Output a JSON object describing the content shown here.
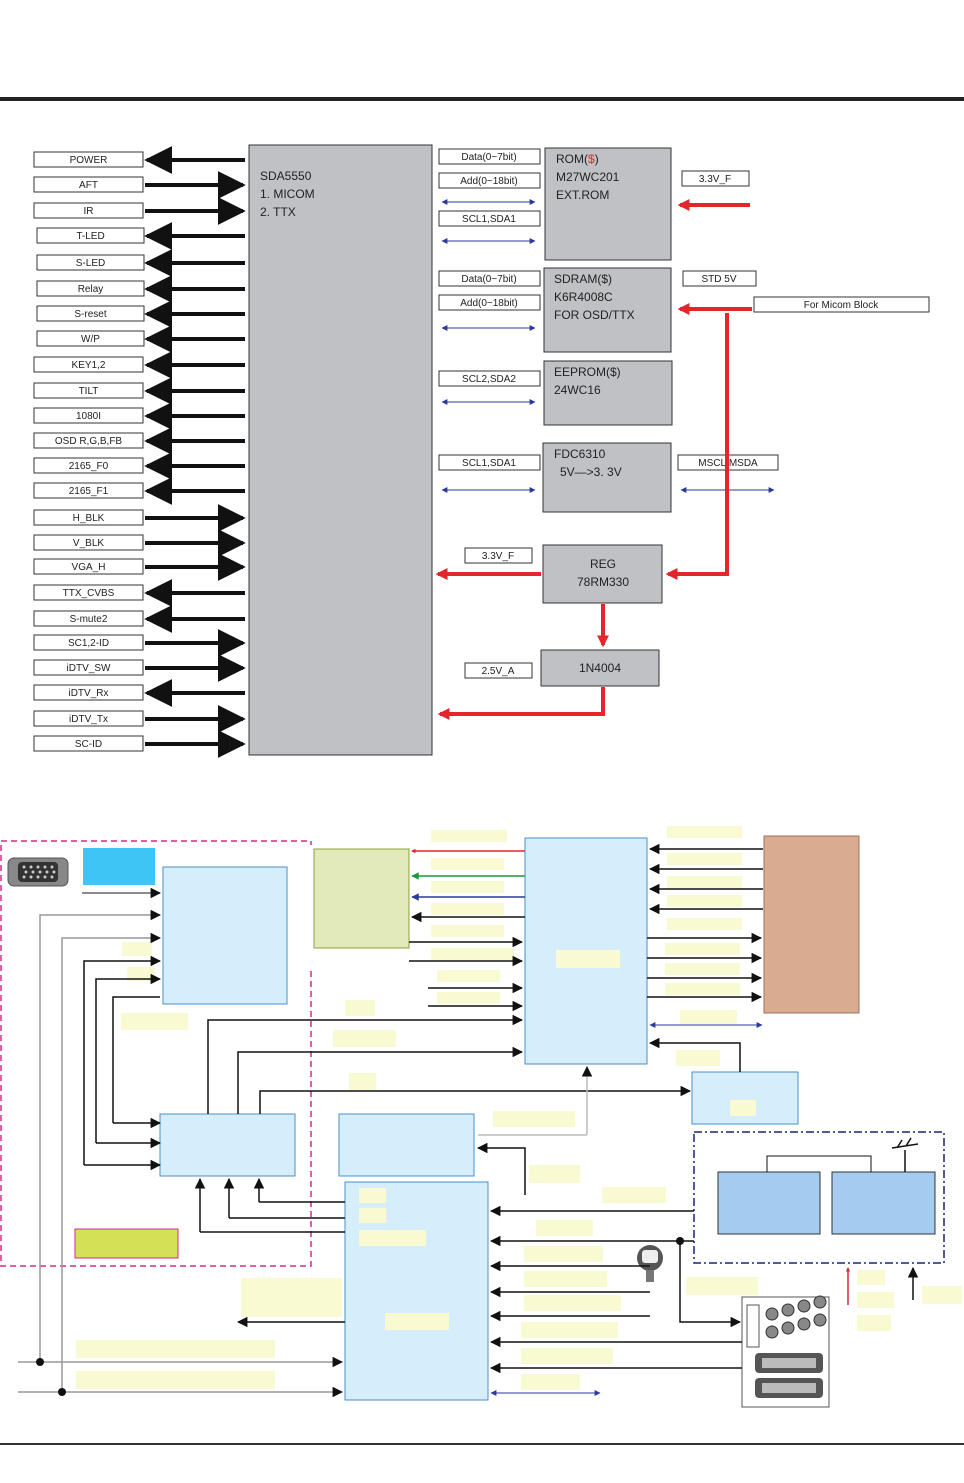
{
  "micom": {
    "title": "SDA5550",
    "line1": "1. MICOM",
    "line2": "2. TTX",
    "pins": [
      "POWER",
      "AFT",
      "IR",
      "T-LED",
      "S-LED",
      "Relay",
      "S-reset",
      "W/P",
      "KEY1,2",
      "TILT",
      "1080I",
      "OSD R,G,B,FB",
      "2165_F0",
      "2165_F1",
      "H_BLK",
      "V_BLK",
      "VGA_H",
      "TTX_CVBS",
      "S-mute2",
      "SC1,2-ID",
      "iDTV_SW",
      "iDTV_Rx",
      "iDTV_Tx",
      "SC-ID"
    ]
  },
  "rom": {
    "line1a": "ROM(",
    "line1b": "$",
    "line1c": ")",
    "line2": "M27WC201",
    "line3": "EXT.ROM",
    "bus1": "Data(0~7bit)",
    "bus2": "Add(0~18bit)",
    "bus3": "SCL1,SDA1",
    "power": "3.3V_F"
  },
  "sdram": {
    "line1": "SDRAM($)",
    "line2": "K6R4008C",
    "line3": "FOR OSD/TTX",
    "bus1": "Data(0~7bit)",
    "bus2": "Add(0~18bit)",
    "power": "STD 5V",
    "note": "For Micom Block"
  },
  "eeprom": {
    "line1": "EEPROM($)",
    "line2": "24WC16",
    "bus1": "SCL2,SDA2"
  },
  "fdc": {
    "line1": "FDC6310",
    "line2": "5V—>3. 3V",
    "bus1": "SCL1,SDA1",
    "bus2": "MSCL,MSDA"
  },
  "reg": {
    "line1": "REG",
    "line2": "78RM330",
    "out": "3.3V_F"
  },
  "diode": {
    "line1": "1N4004",
    "out": "2.5V_A"
  },
  "colors": {
    "micom_fill": "#bfc1c4",
    "block_fill": "#d6eefb",
    "green_fill": "#e1eab8",
    "brown_fill": "#d9ab91",
    "blue_fill": "#a6cbf0",
    "label_fill": "#fafad2",
    "power_arrow": "#e3262b",
    "pink_dash": "#d62a8c",
    "navy_dash": "#1a237e",
    "cyan_fill": "#3fc5f5",
    "lime_fill": "#d4e157"
  }
}
